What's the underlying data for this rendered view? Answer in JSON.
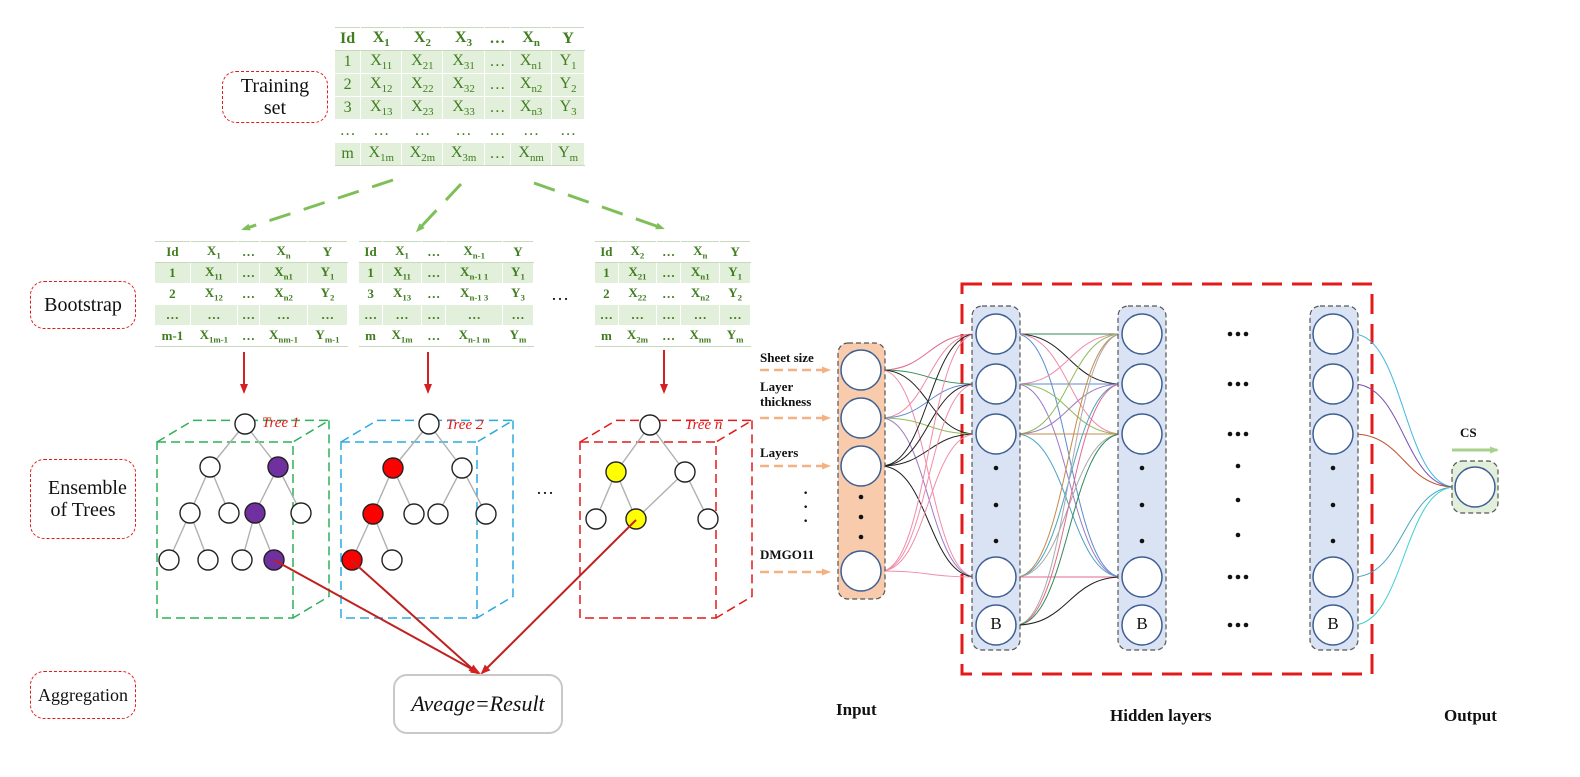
{
  "stages": {
    "training": "Training set",
    "bootstrap": "Bootstrap",
    "ensemble": "Ensemble of Trees",
    "aggregation": "Aggregation"
  },
  "training_table": {
    "header": [
      "Id",
      "X1",
      "X2",
      "X3",
      "…",
      "Xn",
      "Y"
    ],
    "rows": [
      [
        "1",
        "X11",
        "X21",
        "X31",
        "…",
        "Xn1",
        "Y1"
      ],
      [
        "2",
        "X12",
        "X22",
        "X32",
        "…",
        "Xn2",
        "Y2"
      ],
      [
        "3",
        "X13",
        "X23",
        "X33",
        "…",
        "Xn3",
        "Y3"
      ],
      [
        "…",
        "…",
        "…",
        "…",
        "…",
        "…",
        "…"
      ],
      [
        "m",
        "X1m",
        "X2m",
        "X3m",
        "…",
        "Xnm",
        "Ym"
      ]
    ]
  },
  "bootstrap_tables": [
    {
      "header": [
        "Id",
        "X1",
        "…",
        "Xn",
        "Y"
      ],
      "rows": [
        [
          "1",
          "X11",
          "…",
          "Xn1",
          "Y1"
        ],
        [
          "2",
          "X12",
          "…",
          "Xn2",
          "Y2"
        ],
        [
          "…",
          "…",
          "…",
          "…",
          "…"
        ],
        [
          "m-1",
          "X1m-1",
          "…",
          "Xnm-1",
          "Ym-1"
        ]
      ]
    },
    {
      "header": [
        "Id",
        "X1",
        "…",
        "Xn-1",
        "Y"
      ],
      "rows": [
        [
          "1",
          "X11",
          "…",
          "Xn-1 1",
          "Y1"
        ],
        [
          "3",
          "X13",
          "…",
          "Xn-1 3",
          "Y3"
        ],
        [
          "…",
          "…",
          "…",
          "…",
          "…"
        ],
        [
          "m",
          "X1m",
          "…",
          "Xn-1 m",
          "Ym"
        ]
      ]
    },
    {
      "header": [
        "Id",
        "X2",
        "…",
        "Xn",
        "Y"
      ],
      "rows": [
        [
          "1",
          "X21",
          "…",
          "Xn1",
          "Y1"
        ],
        [
          "2",
          "X22",
          "…",
          "Xn2",
          "Y2"
        ],
        [
          "…",
          "…",
          "…",
          "…",
          "…"
        ],
        [
          "m",
          "X2m",
          "…",
          "Xnm",
          "Ym"
        ]
      ]
    }
  ],
  "trees": [
    {
      "label": "Tree 1",
      "highlight": "#7030a0",
      "box_color": "#2fb05a"
    },
    {
      "label": "Tree 2",
      "highlight": "#ff0000",
      "box_color": "#2aaae2"
    },
    {
      "label": "Tree n",
      "highlight": "#ffff00",
      "box_color": "#e31a1a"
    }
  ],
  "ellipsis": "…",
  "result": "Aveage=Result",
  "nn": {
    "inputs": [
      "Sheet size",
      "Layer thickness",
      "Layers",
      "DMGO11"
    ],
    "bias": "B",
    "output_label": "CS",
    "axis": {
      "input": "Input",
      "hidden": "Hidden layers",
      "output": "Output"
    },
    "colors": {
      "input_bg": "#f8cbad",
      "hidden_bg": "#dae3f3",
      "output_bg": "#e2efda",
      "node_stroke": "#3f5f94",
      "frame": "#e31a1a",
      "feature_arrow": "#f4b183",
      "cs_arrow": "#a9d18e"
    }
  }
}
